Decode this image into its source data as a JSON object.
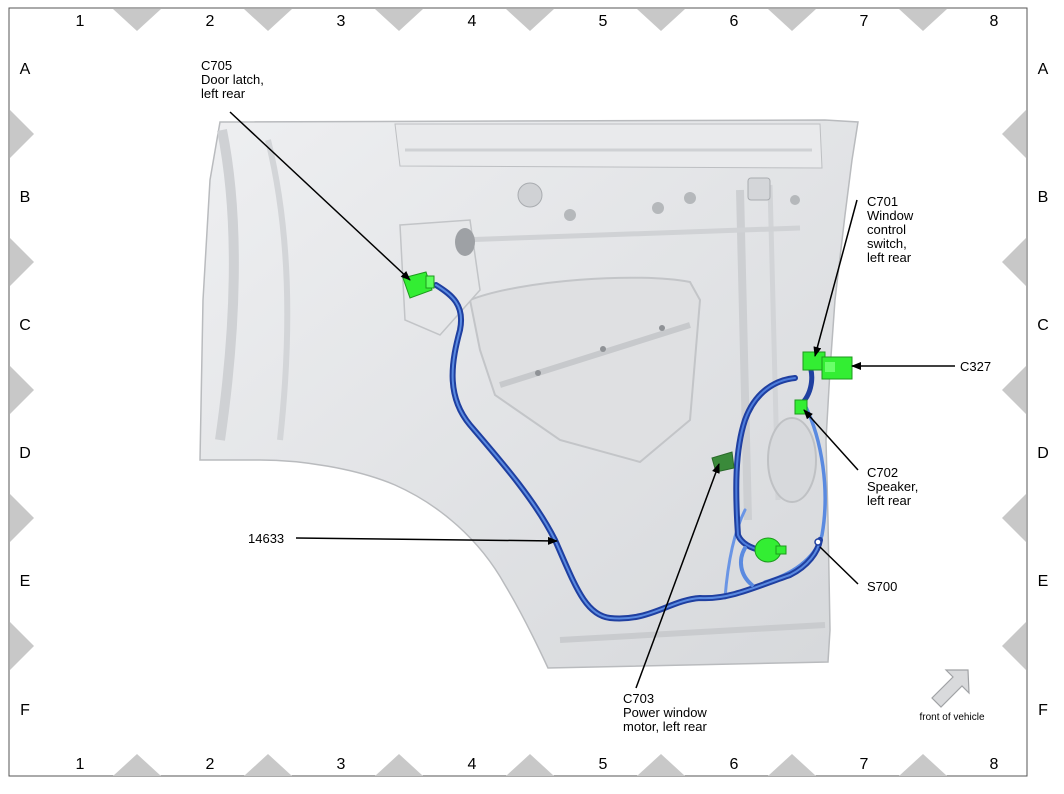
{
  "grid": {
    "columns": [
      "1",
      "2",
      "3",
      "4",
      "5",
      "6",
      "7",
      "8"
    ],
    "rows": [
      "A",
      "B",
      "C",
      "D",
      "E",
      "F"
    ]
  },
  "callouts": {
    "c705": [
      "C705",
      "Door latch,",
      "left rear"
    ],
    "c701": [
      "C701",
      "Window",
      "control",
      "switch,",
      "left rear"
    ],
    "c327": [
      "C327"
    ],
    "c702": [
      "C702",
      "Speaker,",
      "left rear"
    ],
    "s700": [
      "S700"
    ],
    "harness": [
      "14633"
    ],
    "c703": [
      "C703",
      "Power window",
      "motor, left rear"
    ]
  },
  "orientation": {
    "label": "front of vehicle"
  },
  "colors": {
    "connector": "#33ee33",
    "connector_dark": "#3a8a3a",
    "harness_dark": "#1f3fa0",
    "harness_light": "#5a8ae0",
    "panel": "#e2e3e5",
    "border_triangles": "#c8c8c8"
  }
}
